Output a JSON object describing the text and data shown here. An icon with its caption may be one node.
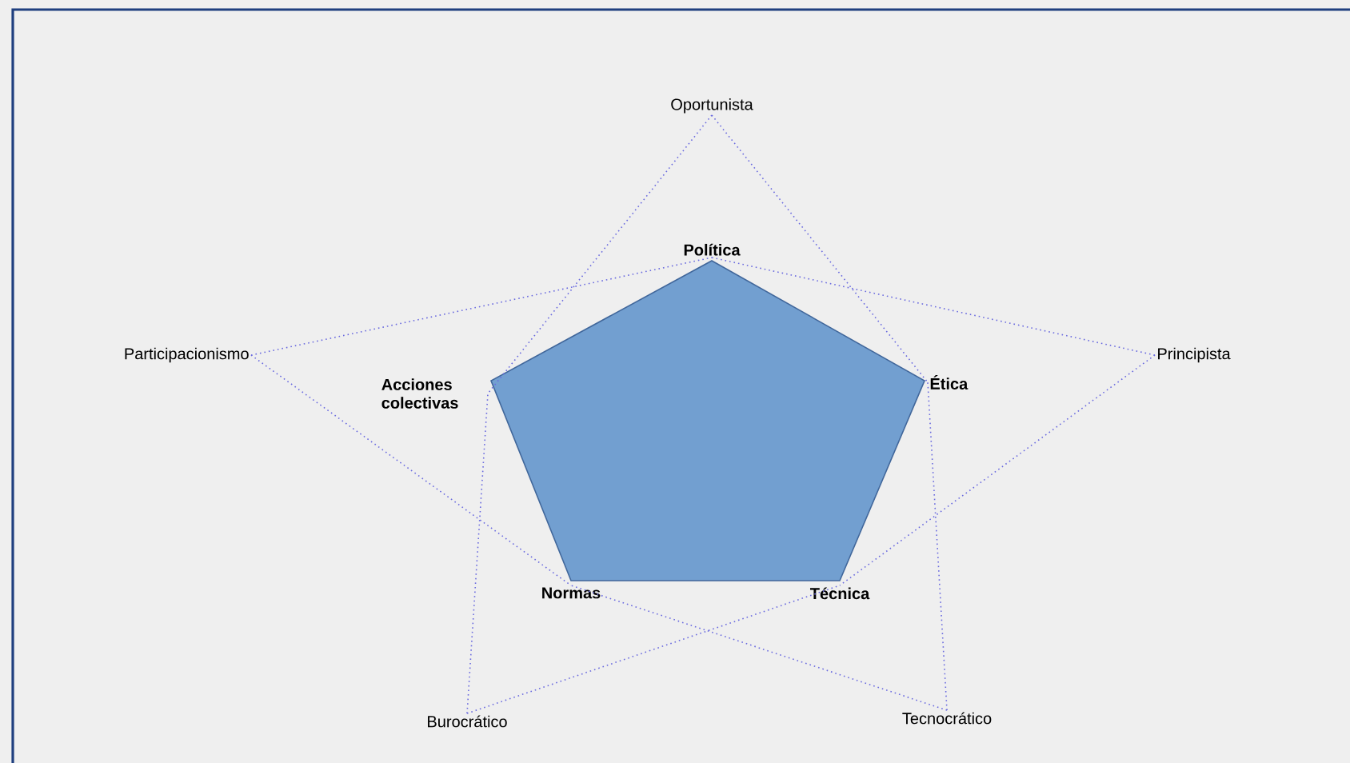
{
  "diagram": {
    "nodes": [
      {
        "text": [
          "Política"
        ]
      },
      {
        "text": [
          "Ética"
        ]
      },
      {
        "text": [
          "Técnica"
        ]
      },
      {
        "text": [
          "Normas"
        ]
      },
      {
        "text": [
          "Acciones colectivas"
        ]
      },
      {
        "text": [
          "Oportunista"
        ]
      },
      {
        "text": [
          "Principista"
        ]
      },
      {
        "text": [
          "Tecnocrático"
        ]
      },
      {
        "text": [
          "Burocrático"
        ]
      },
      {
        "text": [
          "Participacionismo"
        ]
      },
      {
        "text": [],
        "shape": "pentagon"
      }
    ],
    "edges": [
      {
        "from": 5,
        "to": 4,
        "arrow": "none"
      },
      {
        "from": 5,
        "to": 1,
        "arrow": "none"
      },
      {
        "from": 6,
        "to": 0,
        "arrow": "none"
      },
      {
        "from": 6,
        "to": 2,
        "arrow": "none"
      },
      {
        "from": 7,
        "to": 1,
        "arrow": "none"
      },
      {
        "from": 7,
        "to": 3,
        "arrow": "none"
      },
      {
        "from": 8,
        "to": 4,
        "arrow": "none"
      },
      {
        "from": 8,
        "to": 2,
        "arrow": "none"
      },
      {
        "from": 9,
        "to": 0,
        "arrow": "none"
      },
      {
        "from": 9,
        "to": 3,
        "arrow": "none"
      }
    ]
  }
}
